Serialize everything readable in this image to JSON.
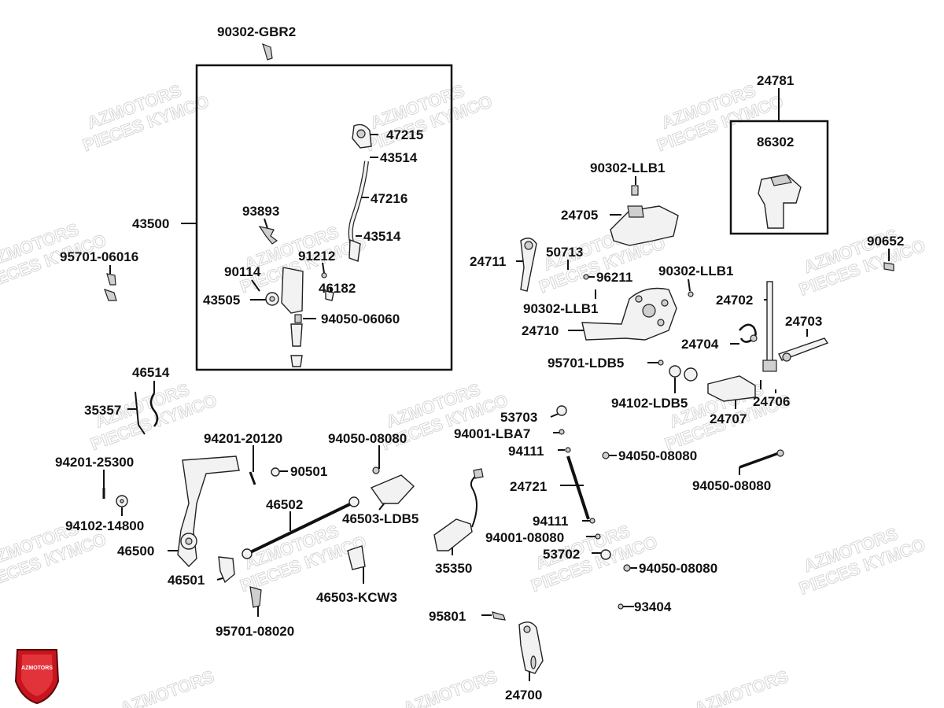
{
  "brand": {
    "watermark_line1": "AZMOTORS",
    "watermark_line2": "PIECES KYMCO",
    "logo_text": "AZMOTORS",
    "logo_color": "#c8141e"
  },
  "labels": {
    "p90302_gbr2": "90302-GBR2",
    "p24781": "24781",
    "p86302": "86302",
    "p47215": "47215",
    "p43514_a": "43514",
    "p47216": "47216",
    "p43514_b": "43514",
    "p43500": "43500",
    "p93893": "93893",
    "p91212": "91212",
    "p90114": "90114",
    "p46182": "46182",
    "p43505": "43505",
    "p94050_06060": "94050-06060",
    "p95701_06016": "95701-06016",
    "p90302_llb1_a": "90302-LLB1",
    "p24705": "24705",
    "p24711": "24711",
    "p50713": "50713",
    "p96211": "96211",
    "p90302_llb1_b": "90302-LLB1",
    "p90302_llb1_c": "90302-LLB1",
    "p24710": "24710",
    "p24702": "24702",
    "p24703": "24703",
    "p24704": "24704",
    "p90652": "90652",
    "p95701_ldb5": "95701-LDB5",
    "p94102_ldb5": "94102-LDB5",
    "p24706": "24706",
    "p24707": "24707",
    "p46514": "46514",
    "p35357": "35357",
    "p94201_20120": "94201-20120",
    "p94050_08080_a": "94050-08080",
    "p53703": "53703",
    "p94001_lba7": "94001-LBA7",
    "p94111_a": "94111",
    "p94050_08080_b": "94050-08080",
    "p94201_25300": "94201-25300",
    "p90501": "90501",
    "p94050_08080_c": "94050-08080",
    "p46502": "46502",
    "p24721": "24721",
    "p46503_ldb5": "46503-LDB5",
    "p94102_14800": "94102-14800",
    "p94111_b": "94111",
    "p94001_08080": "94001-08080",
    "p46500": "46500",
    "p35350": "35350",
    "p53702": "53702",
    "p94050_08080_d": "94050-08080",
    "p46501": "46501",
    "p46503_kcw3": "46503-KCW3",
    "p93404": "93404",
    "p95801": "95801",
    "p95701_08020": "95701-08020",
    "p24700": "24700"
  }
}
